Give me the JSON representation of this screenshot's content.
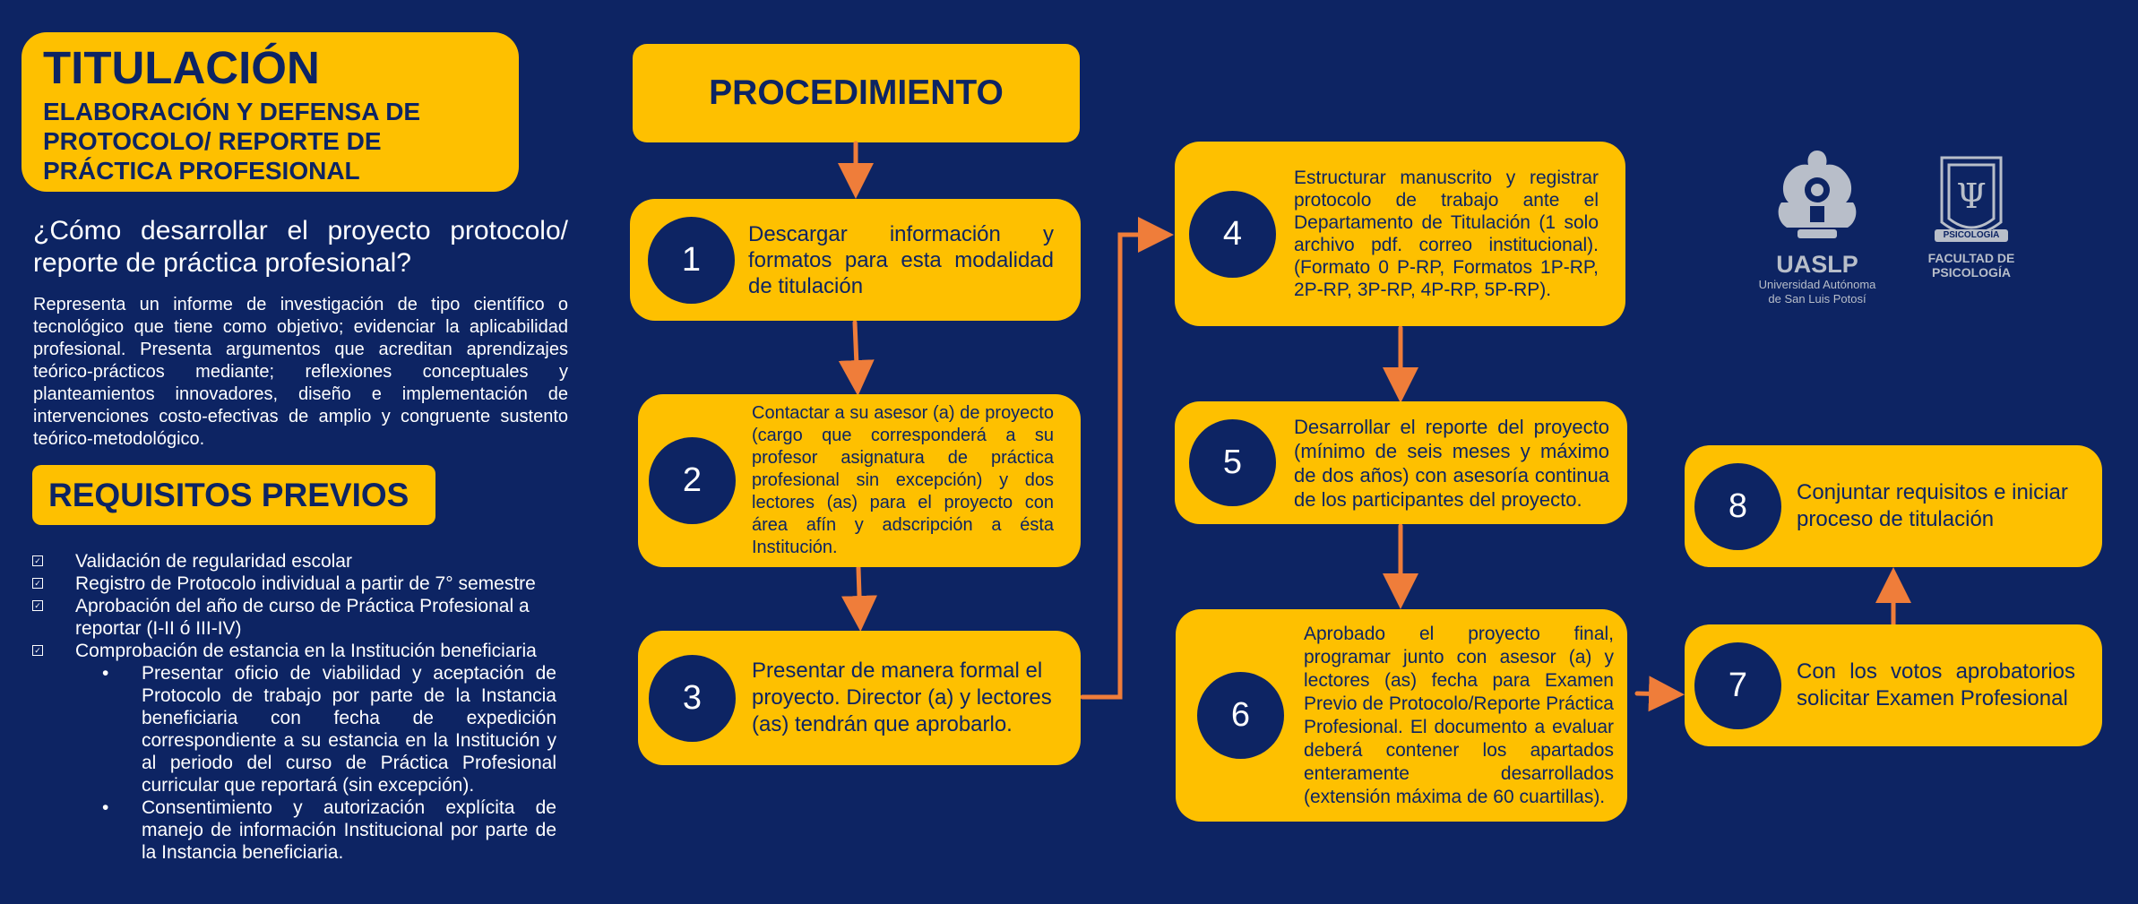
{
  "header": {
    "title": "TITULACIÓN",
    "subtitle": "ELABORACIÓN Y DEFENSA DE PROTOCOLO/ REPORTE DE PRÁCTICA PROFESIONAL"
  },
  "intro": {
    "question": "¿Cómo desarrollar el proyecto protocolo/ reporte de práctica profesional?",
    "description": "Representa un informe de investigación de tipo científico o tecnológico que tiene como objetivo; evidenciar la aplicabilidad profesional. Presenta argumentos que acreditan aprendizajes teórico-prácticos mediante; reflexiones conceptuales y planteamientos innovadores, diseño e implementación de intervenciones costo-efectivas de amplio y congruente sustento teórico-metodológico."
  },
  "requirements": {
    "title": "REQUISITOS PREVIOS",
    "items": [
      "Validación de regularidad escolar",
      "Registro de Protocolo individual a partir de 7° semestre",
      "Aprobación del año de curso de Práctica Profesional a reportar (I-II ó III-IV)",
      "Comprobación de estancia en la Institución beneficiaria"
    ],
    "subitems": [
      "Presentar oficio de viabilidad y aceptación de Protocolo de trabajo por parte de la Instancia beneficiaria con fecha de expedición correspondiente a su estancia en la Institución y al periodo del curso de Práctica Profesional curricular que reportará (sin excepción).",
      "Consentimiento y autorización explícita de manejo de información Institucional por parte de la Instancia beneficiaria."
    ]
  },
  "procedure": {
    "title": "PROCEDIMIENTO",
    "steps": [
      {
        "num": "1",
        "text": "Descargar información y formatos para esta modalidad de titulación"
      },
      {
        "num": "2",
        "text": "Contactar a su asesor (a) de proyecto (cargo que corresponderá a su profesor asignatura de práctica profesional sin excepción) y dos lectores (as) para el proyecto con área afín y adscripción a ésta Institución."
      },
      {
        "num": "3",
        "text": "Presentar de manera formal el proyecto. Director (a) y lectores (as) tendrán que aprobarlo."
      },
      {
        "num": "4",
        "text": "Estructurar manuscrito y registrar protocolo de trabajo ante el Departamento de Titulación (1 solo archivo pdf. correo institucional). (Formato 0 P-RP, Formatos 1P-RP, 2P-RP, 3P-RP, 4P-RP, 5P-RP)."
      },
      {
        "num": "5",
        "text": "Desarrollar el reporte del proyecto (mínimo de seis meses y máximo de dos años) con asesoría continua de los participantes del proyecto."
      },
      {
        "num": "6",
        "text": "Aprobado el proyecto final, programar junto con asesor (a) y lectores (as) fecha para Examen Previo de Protocolo/Reporte Práctica Profesional. El documento a evaluar deberá contener los apartados enteramente desarrollados (extensión máxima de 60 cuartillas)."
      },
      {
        "num": "7",
        "text": "Con los votos aprobatorios solicitar Examen Profesional"
      },
      {
        "num": "8",
        "text": "Conjuntar requisitos e iniciar proceso de titulación"
      }
    ]
  },
  "logos": {
    "uaslp_name": "UASLP",
    "uaslp_full_line1": "Universidad Autónoma",
    "uaslp_full_line2": "de San Luis Potosí",
    "faculty_badge": "PSICOLOGÍA",
    "faculty_line1": "FACULTAD DE",
    "faculty_line2": "PSICOLOGÍA"
  },
  "colors": {
    "background": "#0d2463",
    "box": "#fec000",
    "arrow": "#ef7d3a",
    "text_dark": "#0d2463"
  }
}
